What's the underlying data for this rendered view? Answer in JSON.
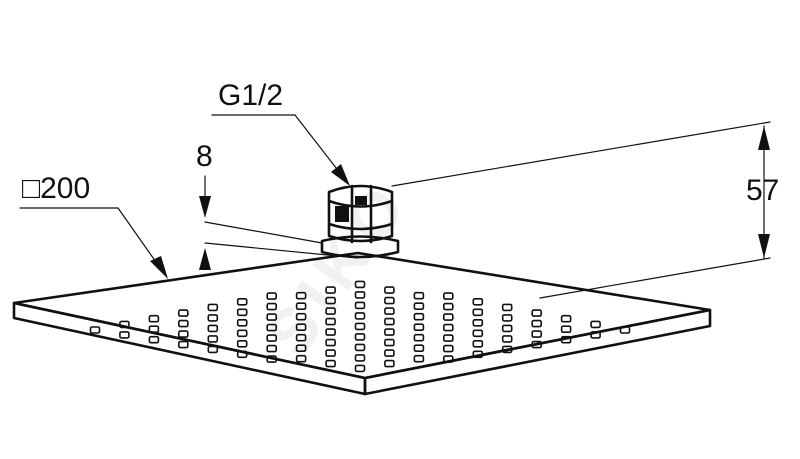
{
  "dimensions": {
    "thread": "G1/2",
    "edge_thickness": "8",
    "size": "□200",
    "height": "57"
  },
  "watermark": "SIKO",
  "nozzle_rows": [
    1,
    2,
    3,
    4,
    5,
    6,
    7,
    7,
    8,
    9,
    8,
    7,
    7,
    6,
    5,
    4,
    3,
    2,
    1
  ]
}
